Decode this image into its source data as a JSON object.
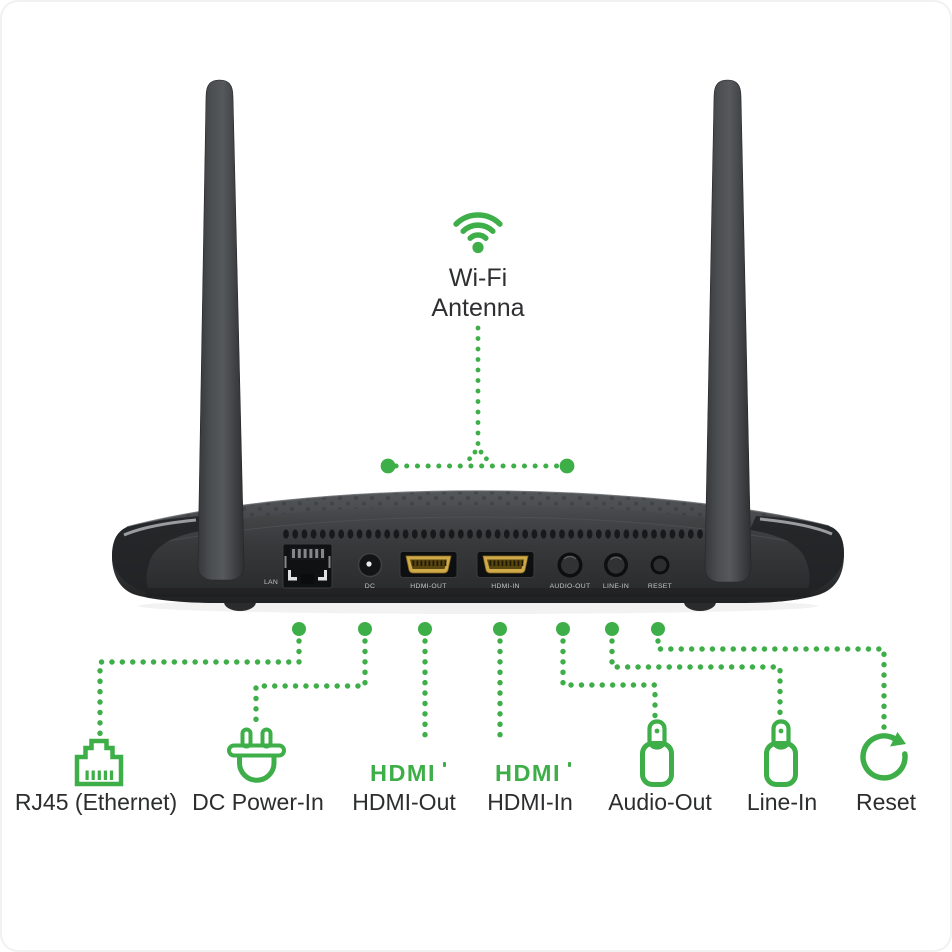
{
  "brand_green": "#3EAE49",
  "device_body_color": "#3a3c3e",
  "wifi_callout": {
    "line1": "Wi-Fi",
    "line2": "Antenna"
  },
  "hdmi_logo": "HDMI",
  "ports": [
    {
      "panel_label": "LAN",
      "callout_label": "RJ45 (Ethernet)"
    },
    {
      "panel_label": "DC",
      "callout_label": "DC Power-In"
    },
    {
      "panel_label": "HDMI-OUT",
      "callout_label": "HDMI-Out"
    },
    {
      "panel_label": "HDMI-IN",
      "callout_label": "HDMI-In"
    },
    {
      "panel_label": "AUDIO-OUT",
      "callout_label": "Audio-Out"
    },
    {
      "panel_label": "LINE-IN",
      "callout_label": "Line-In"
    },
    {
      "panel_label": "RESET",
      "callout_label": "Reset"
    }
  ]
}
